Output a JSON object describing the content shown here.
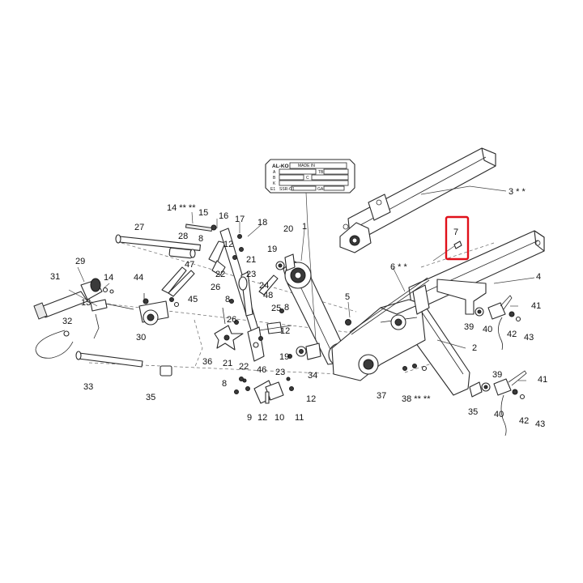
{
  "plate": {
    "brand": "AL-KO",
    "field_1": "MADE IN",
    "field_2": "A",
    "field_3": "TB",
    "field_4": "B",
    "field_5": "C",
    "field_6": "K",
    "field_7": "E1",
    "field_8": "SSR-O1",
    "field_9": "GA"
  },
  "highlight": {
    "target": "7",
    "color": "#e0101a"
  },
  "callouts": [
    {
      "id": "c1",
      "text": "1"
    },
    {
      "id": "c2",
      "text": "2"
    },
    {
      "id": "c3",
      "text": "3 * *"
    },
    {
      "id": "c4",
      "text": "4"
    },
    {
      "id": "c5",
      "text": "5"
    },
    {
      "id": "c6",
      "text": "6 * *"
    },
    {
      "id": "c7",
      "text": "7"
    },
    {
      "id": "c8a",
      "text": "8"
    },
    {
      "id": "c8b",
      "text": "8"
    },
    {
      "id": "c8c",
      "text": "8"
    },
    {
      "id": "c8d",
      "text": "8"
    },
    {
      "id": "c9",
      "text": "9"
    },
    {
      "id": "c10",
      "text": "10"
    },
    {
      "id": "c11",
      "text": "11"
    },
    {
      "id": "c12a",
      "text": "12"
    },
    {
      "id": "c12b",
      "text": "12"
    },
    {
      "id": "c12c",
      "text": "12"
    },
    {
      "id": "c12d",
      "text": "12"
    },
    {
      "id": "c13",
      "text": "13"
    },
    {
      "id": "c14a",
      "text": "14 ** **"
    },
    {
      "id": "c14b",
      "text": "14"
    },
    {
      "id": "c15",
      "text": "15"
    },
    {
      "id": "c16",
      "text": "16"
    },
    {
      "id": "c17",
      "text": "17"
    },
    {
      "id": "c18",
      "text": "18"
    },
    {
      "id": "c19a",
      "text": "19"
    },
    {
      "id": "c19b",
      "text": "19"
    },
    {
      "id": "c20",
      "text": "20"
    },
    {
      "id": "c21a",
      "text": "21"
    },
    {
      "id": "c21b",
      "text": "21"
    },
    {
      "id": "c22a",
      "text": "22"
    },
    {
      "id": "c22b",
      "text": "22"
    },
    {
      "id": "c23a",
      "text": "23"
    },
    {
      "id": "c23b",
      "text": "23"
    },
    {
      "id": "c24",
      "text": "24"
    },
    {
      "id": "c25",
      "text": "25"
    },
    {
      "id": "c26a",
      "text": "26"
    },
    {
      "id": "c26b",
      "text": "26"
    },
    {
      "id": "c27",
      "text": "27"
    },
    {
      "id": "c28",
      "text": "28"
    },
    {
      "id": "c29",
      "text": "29"
    },
    {
      "id": "c30",
      "text": "30"
    },
    {
      "id": "c31",
      "text": "31"
    },
    {
      "id": "c32",
      "text": "32"
    },
    {
      "id": "c33",
      "text": "33"
    },
    {
      "id": "c34",
      "text": "34"
    },
    {
      "id": "c35a",
      "text": "35"
    },
    {
      "id": "c35b",
      "text": "35"
    },
    {
      "id": "c36",
      "text": "36"
    },
    {
      "id": "c37",
      "text": "37"
    },
    {
      "id": "c38",
      "text": "38 ** **"
    },
    {
      "id": "c39a",
      "text": "39"
    },
    {
      "id": "c39b",
      "text": "39"
    },
    {
      "id": "c40a",
      "text": "40"
    },
    {
      "id": "c40b",
      "text": "40"
    },
    {
      "id": "c41a",
      "text": "41"
    },
    {
      "id": "c41b",
      "text": "41"
    },
    {
      "id": "c42a",
      "text": "42"
    },
    {
      "id": "c42b",
      "text": "42"
    },
    {
      "id": "c43a",
      "text": "43"
    },
    {
      "id": "c43b",
      "text": "43"
    },
    {
      "id": "c44",
      "text": "44"
    },
    {
      "id": "c45",
      "text": "45"
    },
    {
      "id": "c46",
      "text": "46"
    },
    {
      "id": "c47",
      "text": "47"
    },
    {
      "id": "c48",
      "text": "48"
    }
  ]
}
